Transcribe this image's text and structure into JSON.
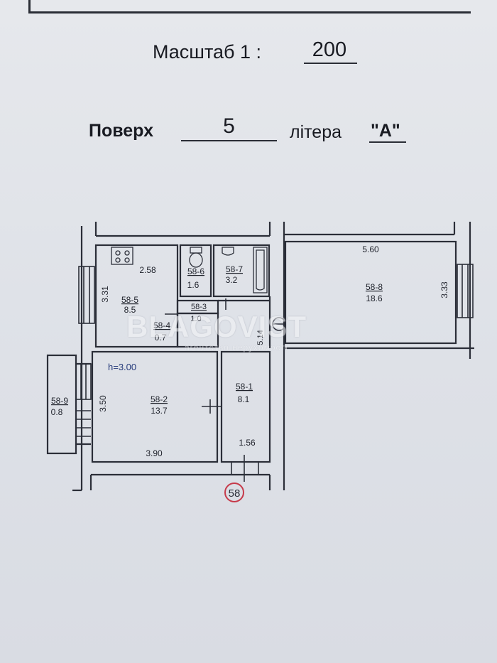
{
  "header": {
    "scale_label": "Масштаб 1 :",
    "scale_value": "200",
    "floor_label": "Поверх",
    "floor_value": "5",
    "letter_label": "літера",
    "letter_value": "\"А\""
  },
  "rooms": [
    {
      "id": "58-5",
      "area": "8.5"
    },
    {
      "id": "58-6",
      "area": "1.6"
    },
    {
      "id": "58-7",
      "area": "3.2"
    },
    {
      "id": "58-3",
      "area": "1.0"
    },
    {
      "id": "58-4",
      "area": "0.7"
    },
    {
      "id": "58-8",
      "area": "18.6"
    },
    {
      "id": "58-2",
      "area": "13.7"
    },
    {
      "id": "58-1",
      "area": "8.1"
    },
    {
      "id": "58-9",
      "area": "0.8"
    }
  ],
  "dimensions": {
    "kitchen_width": "2.58",
    "kitchen_depth": "3.31",
    "room_width": "5.60",
    "room_depth": "3.33",
    "living_depth": "3.50",
    "living_width": "3.90",
    "hall_width": "1.56",
    "hall_length": "5.14"
  },
  "ceiling_height": "h=3.00",
  "apartment_number": "58",
  "watermark": {
    "logo": "BLAGOVIST",
    "tagline": "агентство нерухомості"
  }
}
